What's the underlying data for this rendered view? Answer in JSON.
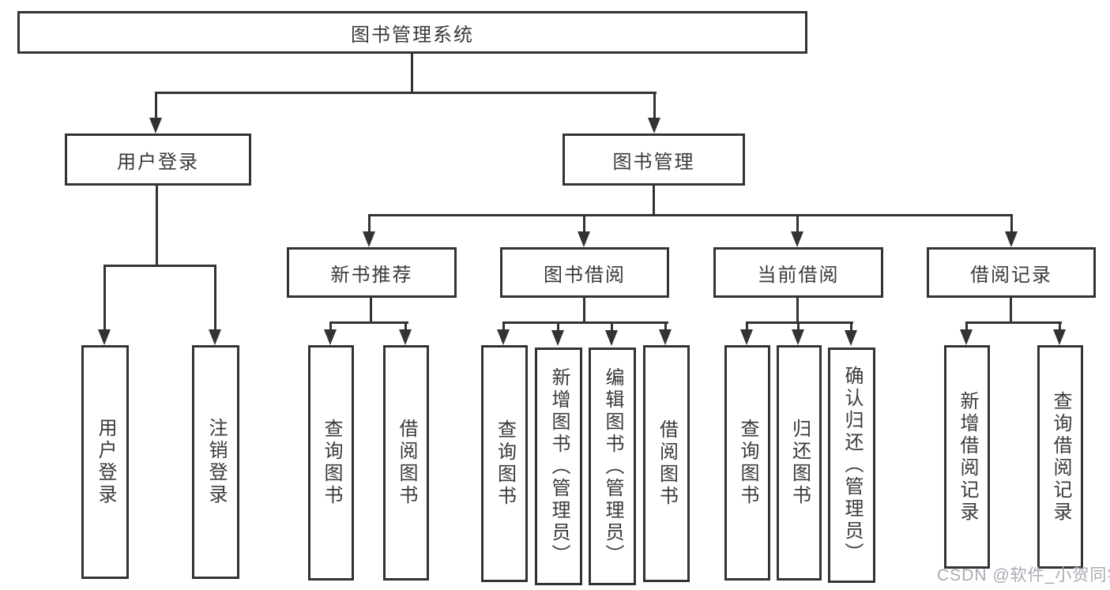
{
  "tree": {
    "root": "图书管理系统",
    "l2": [
      "用户登录",
      "图书管理"
    ],
    "l3": [
      "新书推荐",
      "图书借阅",
      "当前借阅",
      "借阅记录"
    ],
    "l4": {
      "login": [
        "用户登录",
        "注销登录"
      ],
      "recommend": [
        "查询图书",
        "借阅图书"
      ],
      "borrow": [
        "查询图书",
        "新增图书（管理员）",
        "编辑图书（管理员）",
        "借阅图书"
      ],
      "current": [
        "查询图书",
        "归还图书",
        "确认归还（管理员）"
      ],
      "record": [
        "新增借阅记录",
        "查询借阅记录"
      ]
    }
  },
  "watermark": "CSDN @软件_小贺同学",
  "colors": {
    "line": "#333333",
    "text": "#3a3a3a",
    "watermark": "#a8abb3",
    "background": "#ffffff"
  }
}
